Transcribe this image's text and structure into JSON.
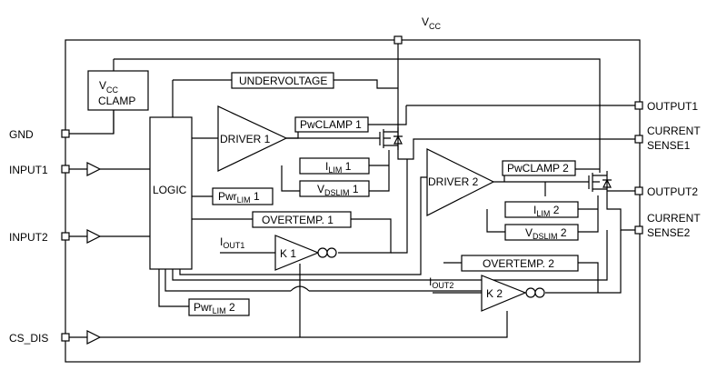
{
  "supply": {
    "main": "V",
    "sub": "CC"
  },
  "pins_left": {
    "gnd": "GND",
    "input1": "INPUT1",
    "input2": "INPUT2",
    "cs_dis": "CS_DIS"
  },
  "pins_right": {
    "output1": "OUTPUT1",
    "current_sense1_line1": "CURRENT",
    "current_sense1_line2": "SENSE1",
    "output2": "OUTPUT2",
    "current_sense2_line1": "CURRENT",
    "current_sense2_line2": "SENSE2"
  },
  "blocks": {
    "vcc_clamp": {
      "v": "V",
      "sub": "CC",
      "line2": "CLAMP"
    },
    "undervoltage": "UNDERVOLTAGE",
    "logic": "LOGIC",
    "driver1": "DRIVER 1",
    "driver2": "DRIVER 2",
    "pwclamp1": "PwCLAMP 1",
    "pwclamp2": "PwCLAMP 2",
    "ilim1": {
      "main": "I",
      "sub": "LIM",
      "num": " 1"
    },
    "ilim2": {
      "main": "I",
      "sub": "LIM",
      "num": " 2"
    },
    "vdslim1": {
      "main": "V",
      "sub": "DSLIM",
      "num": " 1"
    },
    "vdslim2": {
      "main": "V",
      "sub": "DSLIM",
      "num": " 2"
    },
    "pwrlim1": {
      "main": "Pwr",
      "sub": "LIM",
      "num": " 1"
    },
    "pwrlim2": {
      "main": "Pwr",
      "sub": "LIM",
      "num": " 2"
    },
    "overtemp1": "OVERTEMP. 1",
    "overtemp2": "OVERTEMP. 2",
    "k1": "K 1",
    "k2": "K 2",
    "iout1": {
      "main": "I",
      "sub": "OUT1"
    },
    "iout2": {
      "main": "I",
      "sub": "OUT2"
    }
  }
}
